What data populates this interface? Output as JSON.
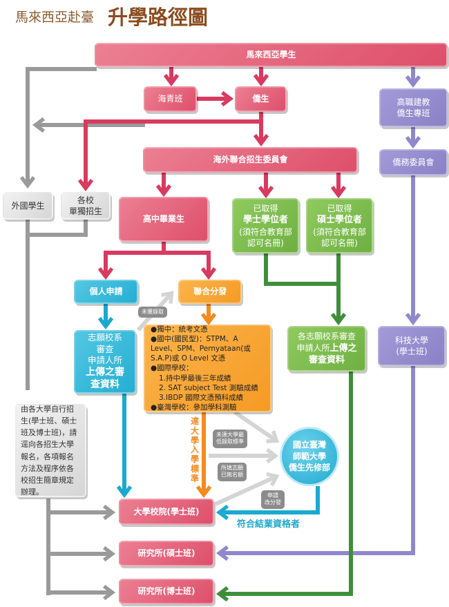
{
  "title": {
    "prefix": "馬來西亞赴臺",
    "main": "升學路徑圖"
  },
  "nodes": {
    "malaysia_students": "馬來西亞學生",
    "haiqing": "海青班",
    "overseas_chinese": "僑生",
    "vocational": [
      "高職建教",
      "僑生專班"
    ],
    "ocac": "僑務委員會",
    "committee": "海外聯合招生委員會",
    "foreign_students": "外國學生",
    "independent": [
      "各校",
      "單獨招生"
    ],
    "high_school_grad": "高中畢業生",
    "bachelor_holder": {
      "l1": "已取得",
      "l2": "學士學位者",
      "l3": "(須符合教育部",
      "l4": "認可名冊)"
    },
    "master_holder": {
      "l1": "已取得",
      "l2": "碩士學位者",
      "l3": "(須符合教育部",
      "l4": "認可名冊)"
    },
    "personal_application": "個人申請",
    "joint_distribution": "聯合分發",
    "review_blue": {
      "l1": "志願校系",
      "l2": "審查",
      "l3": "申請人所",
      "l4": "上傳之審",
      "l5": "查資料"
    },
    "criteria": [
      "●獨中：統考文憑",
      "●國中(國民型)：STPM、A Level、SPM、Pernyataan(或S.A.P)或 O Level 文憑",
      "●國際學校：",
      "1.持中學最後三年成績",
      "2. SAT subject Test 測驗成績",
      "3.IBDP 國際文憑預科成績",
      "●臺灣學校：參加學科測驗"
    ],
    "review_green": {
      "l1": "各志願校系審查",
      "l2": "申請人所",
      "l3": "上傳之",
      "l4": "審查資料"
    },
    "tech_university": [
      "科技大學",
      "(學士班)"
    ],
    "self_recruit_note": "由各大學自行招生(學士班、碩士班及博士班)，請逕向各招生大學報名，各項報名方法及程序依各校招生簡章規定辦理。",
    "ntnu": [
      "國立臺灣",
      "師範大學",
      "僑生先修部"
    ],
    "university_bachelor": "大學校院(學士班)",
    "grad_master": "研究所(碩士班)",
    "grad_phd": "研究所(博士班)"
  },
  "labels": {
    "not_admitted": "未獲錄取",
    "meets_standard": "達大學入學標準",
    "below_min": [
      "未達大學最",
      "低錄取標準"
    ],
    "no_quota": [
      "所填志願",
      "已無名額"
    ],
    "apply_redistribute": [
      "申請",
      "改分發"
    ],
    "graduation_qualified": "符合結業資格者"
  },
  "colors": {
    "pink": "#de4f6b",
    "purple": "#8a81c6",
    "green": "#3f8f3a",
    "grey": "#9a9a9a",
    "blue": "#1ba9cf",
    "orange": "#f59a25",
    "title": "#8a4b1e"
  }
}
